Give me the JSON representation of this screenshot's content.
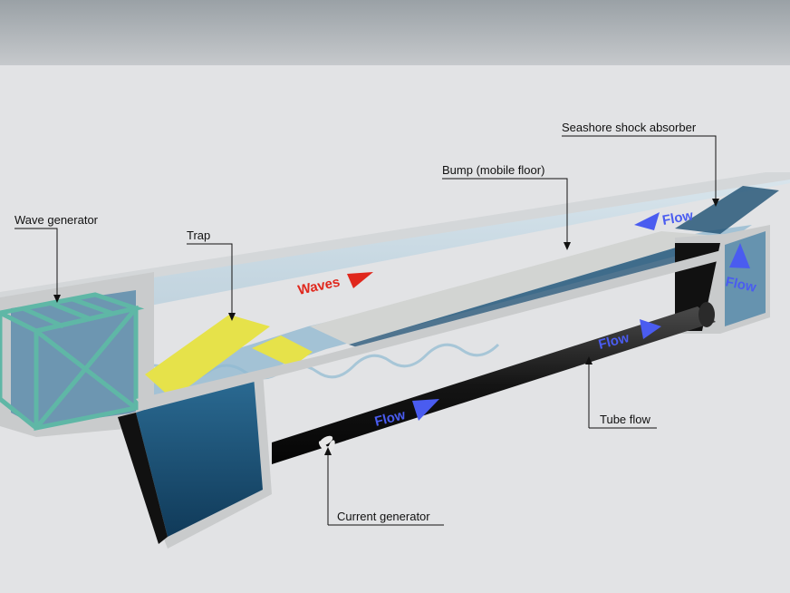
{
  "labels": {
    "wave_generator": "Wave generator",
    "trap": "Trap",
    "bump": "Bump (mobile floor)",
    "seashore": "Seashore shock absorber",
    "tube_flow": "Tube flow",
    "current_generator": "Current generator",
    "waves": "Waves",
    "flow": "Flow"
  },
  "colors": {
    "concrete": "#c9cbcc",
    "water": "#1d4f72",
    "trap": "#e6e24a",
    "frame": "#5fb7a6",
    "pipe": "#1a1a1a",
    "flow_arrow": "#4a5cf0",
    "wave_arrow": "#e0271c"
  }
}
